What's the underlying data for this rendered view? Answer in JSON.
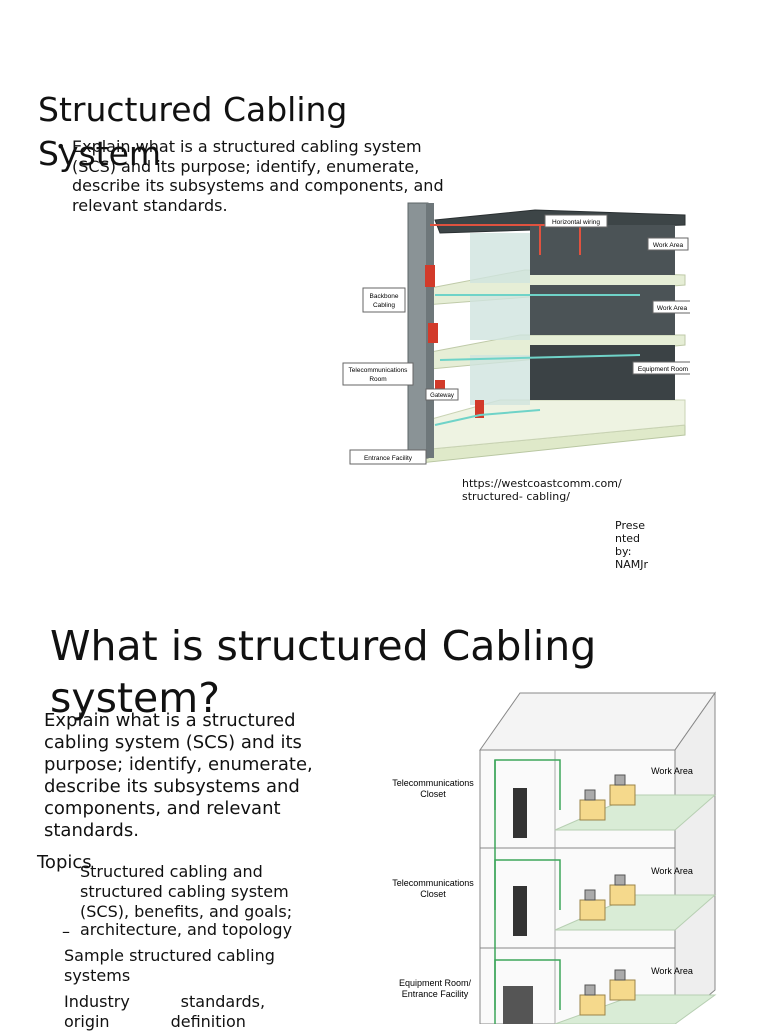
{
  "slide1": {
    "title_line1": "Structured Cabling",
    "title_line2": "System",
    "bullet": "•",
    "body": "Explain what is a structured cabling system (SCS)  and its purpose; identify, enumerate, describe its  subsystems and components, and relevant  standards.",
    "figure_labels": {
      "horizontal": "Horizontal wiring",
      "work_area_1": "Work Area",
      "work_area_2": "Work Area",
      "backbone_1": "Backbone",
      "backbone_2": "Cabling",
      "equipment": "Equipment Room",
      "telecom_1": "Telecommunications",
      "telecom_2": "Room",
      "gateway": "Gateway",
      "entrance": "Entrance Facility"
    },
    "credit_line1": "https://westcoastcomm.com/",
    "credit_line2": "structured-  cabling/",
    "presenter_lines": [
      "Prese",
      "nted",
      "by:",
      "NAMJr"
    ]
  },
  "slide2": {
    "title_line1": "What is structured Cabling",
    "title_line2": "system?",
    "body": "Explain what is a structured cabling  system (SCS) and its purpose;  identify, enumerate, describe its  subsystems and components, and  relevant standards.",
    "topics_label": "Topics",
    "topic_items": [
      "Structured cabling and structured  cabling system (SCS), benefits, and  goals;",
      "architecture, and topology",
      "Sample structured cabling systems",
      "Industry          standards, origin            definition"
    ],
    "dash": "–",
    "figure_labels": {
      "closet_1a": "Telecommunications",
      "closet_1b": "Closet",
      "closet_2a": "Telecommunications",
      "closet_2b": "Closet",
      "equip_a": "Equipment Room/",
      "equip_b": "Entrance Facility",
      "work_1": "Work Area",
      "work_2": "Work Area",
      "work_3": "Work Area"
    }
  }
}
